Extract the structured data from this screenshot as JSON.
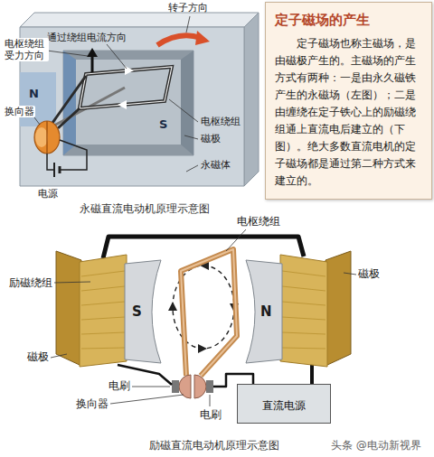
{
  "diagram": {
    "nodes": [
      {
        "text": [
          "定子磁场的产生",
          "定子磁场也称主磁场，是由磁极产生的。主磁场的产生方式有两种：一是由永久磁铁产生的永磁场（左图）；二是由缠绕在定子铁心上的励磁绕组通上直流电后建立的（下图）。绝大多数直流电机的定子磁场都是通过第二种方式来建立的。"
        ]
      },
      {
        "text": [
          "直流电源"
        ]
      }
    ],
    "labels": [
      "通过绕组电流方向",
      "转子方向",
      "电枢绕组 受力方向",
      "换向器",
      "电枢绕组",
      "磁极",
      "永磁体",
      "电源",
      "N",
      "S",
      "永磁直流电动机原理示意图",
      "电枢绕组",
      "励磁绕组",
      "磁极",
      "S",
      "N",
      "磁极",
      "电刷",
      "换向器",
      "电刷",
      "励磁直流电动机原理示意图",
      "头条 @电动新视界"
    ]
  }
}
